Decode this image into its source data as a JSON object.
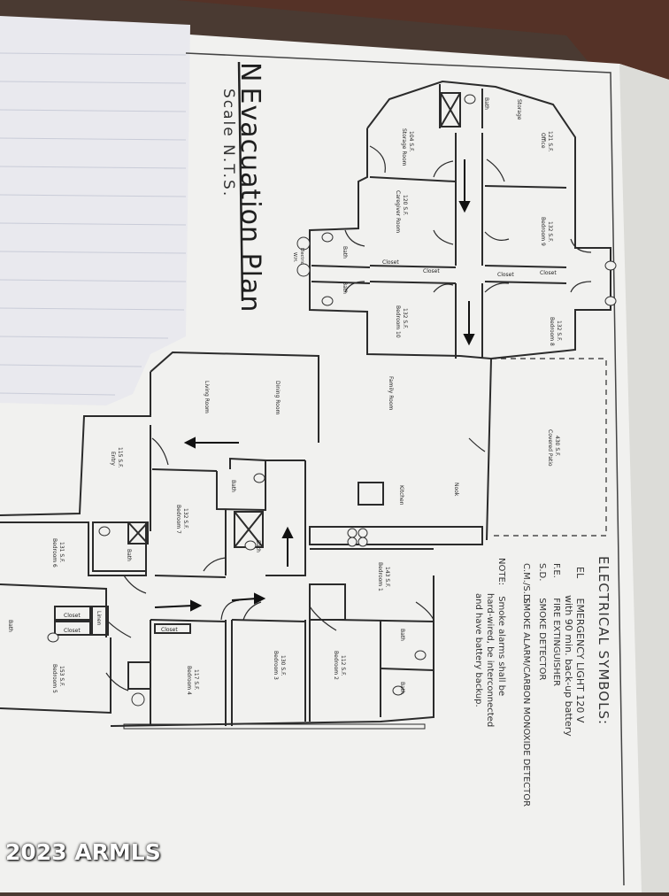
{
  "plan": {
    "title": "Evacuation Plan",
    "north_mark": "N",
    "scale": "Scale N.T.S."
  },
  "rooms": [
    {
      "name": "Storage Room",
      "size": "104 S.F."
    },
    {
      "name": "Storage",
      "size": ""
    },
    {
      "name": "Bath",
      "size": ""
    },
    {
      "name": "Office",
      "size": "121 S.F."
    },
    {
      "name": "Caregiver Room",
      "size": "120 S.F."
    },
    {
      "name": "Bedroom 9",
      "size": "132 S.F."
    },
    {
      "name": "Bedroom 10",
      "size": "132 S.F."
    },
    {
      "name": "Bedroom 8",
      "size": "132 S.F."
    },
    {
      "name": "Living Room",
      "size": ""
    },
    {
      "name": "Dining Room",
      "size": ""
    },
    {
      "name": "Family Room",
      "size": ""
    },
    {
      "name": "Covered Patio",
      "size": "430 S.F."
    },
    {
      "name": "Entry",
      "size": "115 S.F."
    },
    {
      "name": "Kitchen",
      "size": ""
    },
    {
      "name": "Nook",
      "size": ""
    },
    {
      "name": "Bedroom 7",
      "size": "132 S.F."
    },
    {
      "name": "Bedroom 6",
      "size": "131 S.F."
    },
    {
      "name": "Bedroom 1",
      "size": "143 S.F."
    },
    {
      "name": "Bedroom 5",
      "size": "153 S.F."
    },
    {
      "name": "Bedroom 4",
      "size": "117 S.F."
    },
    {
      "name": "Bedroom 3",
      "size": "130 S.F."
    },
    {
      "name": "Bedroom 2",
      "size": "112 S.F."
    }
  ],
  "labels": {
    "closet": "Closet",
    "linen": "Linen",
    "bath": "Bath",
    "wh": "W.H.",
    "electric": "Electric"
  },
  "legend": {
    "heading": "ELECTRICAL SYMBOLS:",
    "items": [
      {
        "symbol": "EL",
        "text": "EMERGENCY LIGHT 120 V"
      },
      {
        "symbol": "",
        "text": "with 90 min. back-up battery"
      },
      {
        "symbol": "F.E.",
        "text": "FIRE EXTINGUISHER"
      },
      {
        "symbol": "S.D.",
        "text": "SMOKE DETECTOR"
      },
      {
        "symbol": "C.M./S.D.",
        "text": "SMOKE ALARM/CARBON MONOXIDE DETECTOR"
      }
    ],
    "note_label": "NOTE:",
    "note_lines": [
      "Smoke alarms shall be",
      "hard-wired, be interconnected",
      "and have battery backup."
    ]
  },
  "watermark": "2023 ARMLS",
  "colors": {
    "background": "#4a3a32",
    "paper": "#f1f1ef",
    "notebook": "#e9e9ee",
    "lines": "#2b2b2b"
  }
}
